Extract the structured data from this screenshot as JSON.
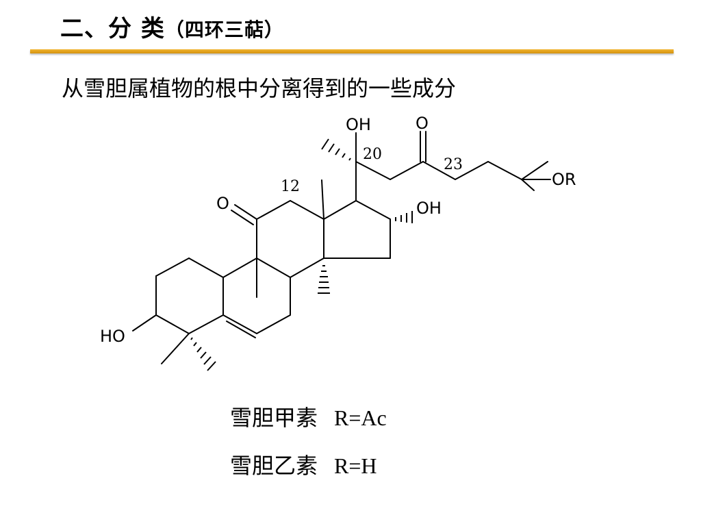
{
  "title": {
    "main": "二、分  类",
    "sub": "（四环三萜）"
  },
  "intro": "从雪胆属植物的根中分离得到的一些成分",
  "structure": {
    "atom_labels": {
      "oh_20": "OH",
      "ketone_o_22": "O",
      "or_group": "OR",
      "ketone_o_11": "O",
      "oh_16": "OH",
      "ho_3": "HO"
    },
    "position_labels": {
      "c20": "20",
      "c23": "23",
      "c12": "12"
    }
  },
  "compounds": [
    {
      "name": "雪胆甲素",
      "formula": "R=Ac"
    },
    {
      "name": "雪胆乙素",
      "formula": "R=H"
    }
  ]
}
